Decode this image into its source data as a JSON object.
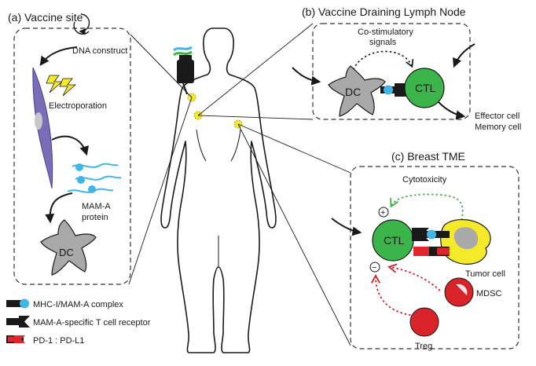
{
  "panels": {
    "a_title": "(a) Vaccine site",
    "b_title": "(b) Vaccine Draining Lymph Node",
    "c_title": "(c) Breast TME"
  },
  "vaccine_site": {
    "dna_construct": "DNA construct",
    "electroporation": "Electroporation",
    "protein_line1": "MAM-A",
    "protein_line2": "protein",
    "dc": "DC"
  },
  "lymph_node": {
    "costim_line1": "Co-stimulatory",
    "costim_line2": "signals",
    "dc": "DC",
    "ctl": "CTL",
    "effector": "Effector cell",
    "memory": "Memory cell"
  },
  "tme": {
    "cytotoxicity": "Cytotoxicity",
    "ctl": "CTL",
    "tumor": "Tumor cell",
    "mdsc": "MDSC",
    "treg": "Treg",
    "plus": "+",
    "minus": "−"
  },
  "legend": {
    "mhc": "MHC-I/MAM-A complex",
    "tcr": "MAM-A-specific T cell receptor",
    "pd": "PD-1 : PD-L1"
  },
  "colors": {
    "ctl_green": "#3bb54a",
    "dc_gray": "#a9a9a9",
    "mhc_blue": "#3fb6e6",
    "tumor_yellow": "#f5ea2a",
    "treg_red": "#d8232a",
    "pd1_red": "#e0262c",
    "muscle_purple": "#7b6cb8",
    "dashed_green": "#45b34a"
  }
}
